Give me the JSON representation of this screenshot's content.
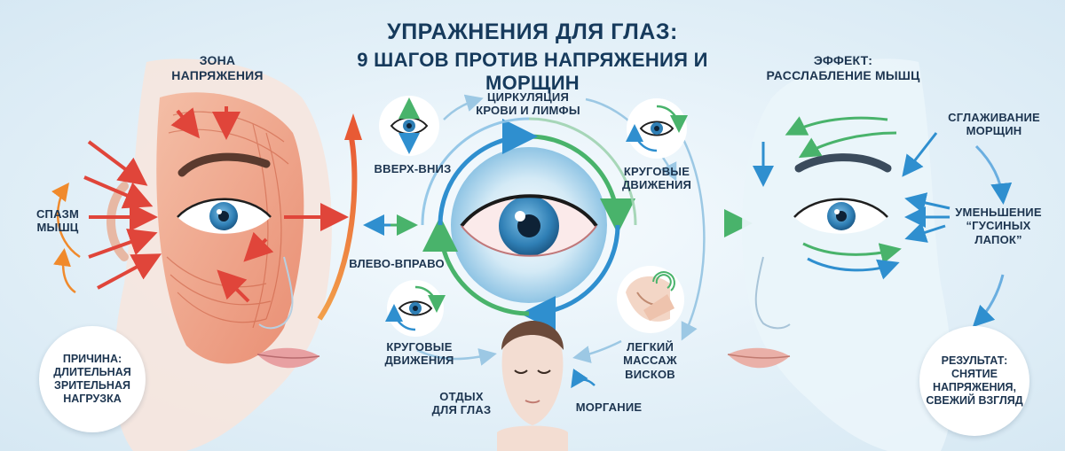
{
  "title": {
    "line1": "УПРАЖНЕНИЯ ДЛЯ ГЛАЗ:",
    "line2": "9 ШАГОВ ПРОТИВ НАПРЯЖЕНИЯ И МОРЩИН"
  },
  "left": {
    "zone": {
      "line1": "ЗОНА",
      "line2": "НАПРЯЖЕНИЯ"
    },
    "spasm": {
      "line1": "СПАЗМ",
      "line2": "МЫШЦ"
    },
    "cause": {
      "line1": "ПРИЧИНА:",
      "line2": "ДЛИТЕЛЬНАЯ",
      "line3": "ЗРИТЕЛЬНАЯ",
      "line4": "НАГРУЗКА"
    }
  },
  "center": {
    "circulation": {
      "line1": "ЦИРКУЛЯЦИЯ",
      "line2": "КРОВИ И ЛИМФЫ"
    },
    "up_down": "ВВЕРХ-ВНИЗ",
    "circular_top": {
      "line1": "КРУГОВЫЕ",
      "line2": "ДВИЖЕНИЯ"
    },
    "left_right": "ВЛЕВО-ВПРАВО",
    "circular_bottom": {
      "line1": "КРУГОВЫЕ",
      "line2": "ДВИЖЕНИЯ"
    },
    "massage": {
      "line1": "ЛЕГКИЙ",
      "line2": "МАССАЖ",
      "line3": "ВИСКОВ"
    },
    "rest": {
      "line1": "ОТДЫХ",
      "line2": "ДЛЯ ГЛАЗ"
    },
    "blinking": "МОРГАНИЕ"
  },
  "right": {
    "effect": {
      "line1": "ЭФФЕКТ:",
      "line2": "РАССЛАБЛЕНИЕ МЫШЦ"
    },
    "smoothing": {
      "line1": "СГЛАЖИВАНИЕ",
      "line2": "МОРЩИН"
    },
    "crows_feet": {
      "line1": "УМЕНЬШЕНИЕ",
      "line2": "“ГУСИНЫХ",
      "line3": "ЛАПОК”"
    },
    "result": {
      "line1": "РЕЗУЛЬТАТ:",
      "line2": "СНЯТИЕ",
      "line3": "НАПРЯЖЕНИЯ,",
      "line4": "СВЕЖИЙ ВЗГЛЯД"
    }
  },
  "colors": {
    "muscle": "#e9805e",
    "arrow_red": "#e0453a",
    "arrow_orange": "#f08a2c",
    "arrow_blue": "#2f8fcf",
    "arrow_green": "#49b36b",
    "iris": "#3a86b8",
    "text": "#1d3550"
  }
}
